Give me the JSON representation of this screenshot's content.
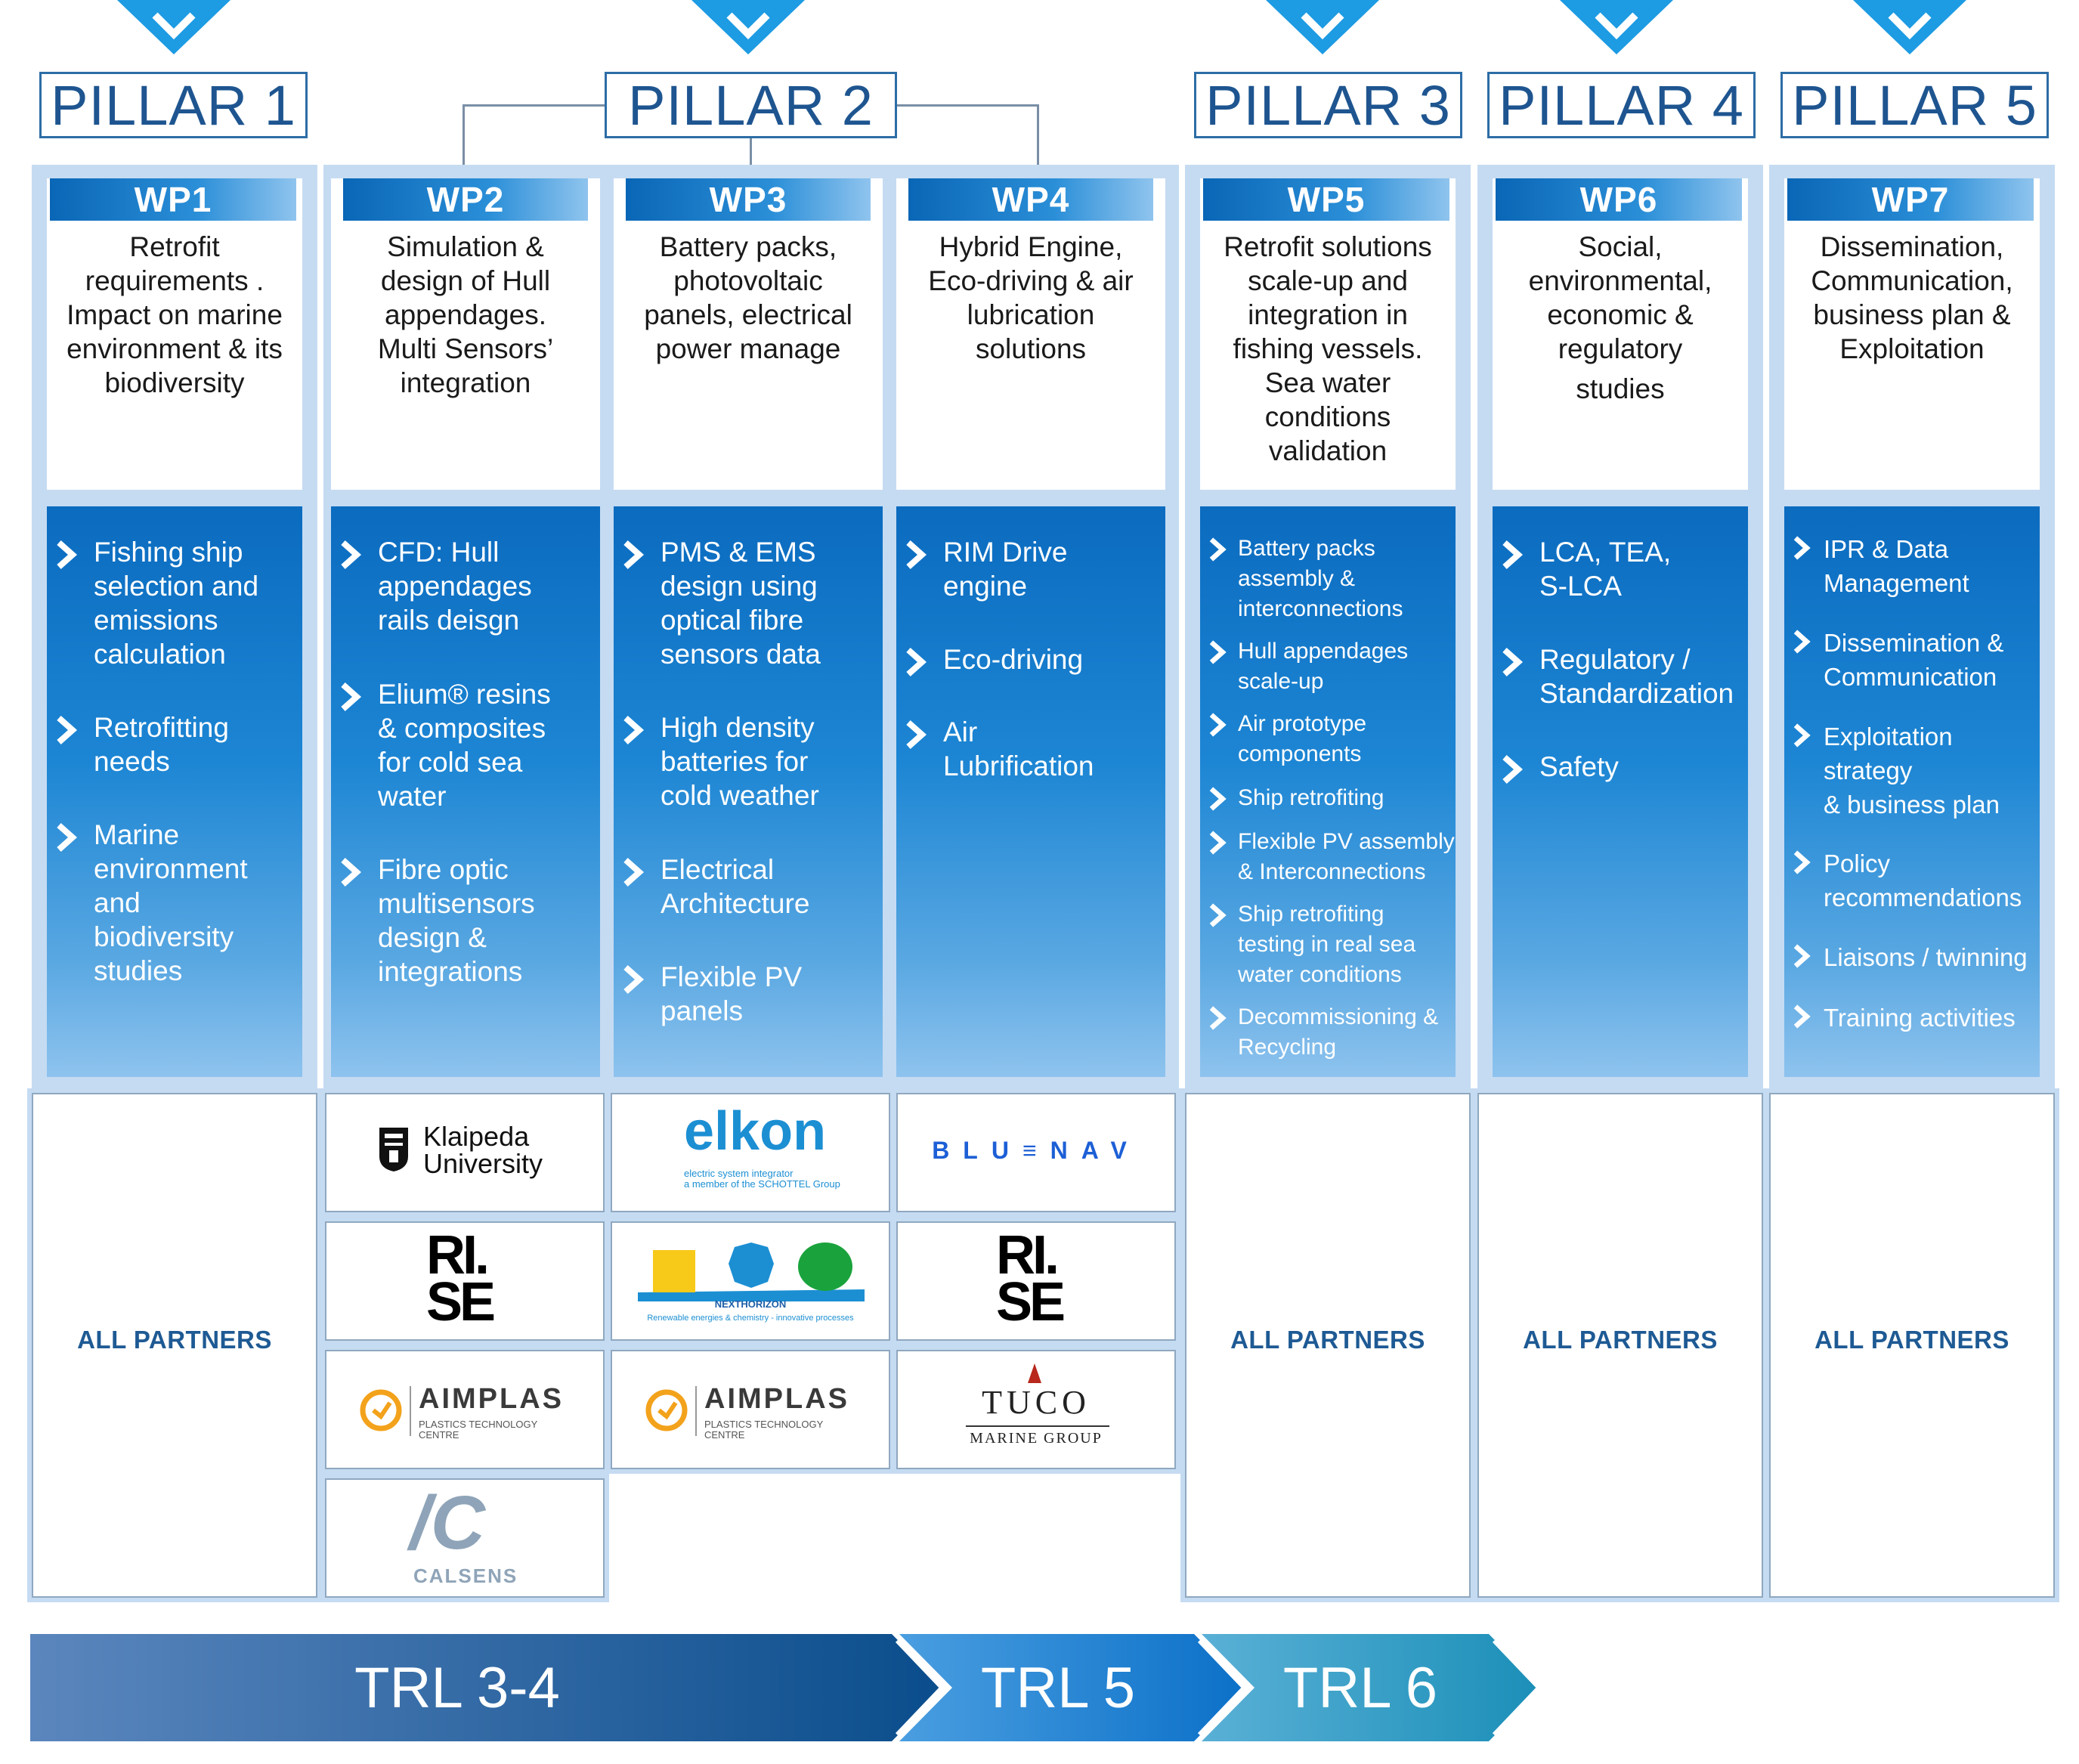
{
  "colors": {
    "accent": "#0a66b6",
    "pillar_text": "#1e5590",
    "column_bg": "#c5dbf2",
    "all_partners": "#1e5a94"
  },
  "pillars": [
    "PILLAR 1",
    "PILLAR 2",
    "PILLAR 3",
    "PILLAR 4",
    "PILLAR 5"
  ],
  "work_packages": [
    {
      "id": "WP1",
      "desc": [
        "Retrofit",
        "requirements  .",
        "Impact on marine",
        "environment & its",
        "biodiversity"
      ]
    },
    {
      "id": "WP2",
      "desc": [
        "Simulation &",
        "design of Hull",
        "appendages.",
        "Multi Sensors’",
        "integration"
      ]
    },
    {
      "id": "WP3",
      "desc": [
        "Battery packs,",
        "photovoltaic",
        "panels, electrical",
        "power manage"
      ]
    },
    {
      "id": "WP4",
      "desc": [
        "Hybrid Engine,",
        "Eco-driving & air",
        "lubrication",
        "solutions"
      ]
    },
    {
      "id": "WP5",
      "desc": [
        "Retrofit solutions",
        "scale-up and",
        "integration in",
        "fishing vessels.",
        "Sea water",
        "conditions",
        "validation"
      ]
    },
    {
      "id": "WP6",
      "desc": [
        "Social,",
        "environmental,",
        "economic &",
        "regulatory",
        "studies"
      ]
    },
    {
      "id": "WP7",
      "desc": [
        "Dissemination,",
        "Communication,",
        "business plan &",
        "Exploitation"
      ]
    }
  ],
  "tasks": {
    "wp1": [
      [
        "Fishing ship",
        "selection and",
        "emissions",
        "calculation"
      ],
      [
        "Retrofitting",
        "needs"
      ],
      [
        "Marine",
        "environment",
        "and",
        "biodiversity",
        "studies"
      ]
    ],
    "wp2": [
      [
        "CFD: Hull",
        "appendages",
        "rails deisgn"
      ],
      [
        "Elium® resins",
        "& composites",
        "for cold sea",
        "water"
      ],
      [
        "Fibre optic",
        "multisensors",
        "design &",
        "integrations"
      ]
    ],
    "wp3": [
      [
        "PMS & EMS",
        "design using",
        "optical fibre",
        "sensors data"
      ],
      [
        "High density",
        "batteries for",
        "cold weather"
      ],
      [
        "Electrical",
        "Architecture"
      ],
      [
        "Flexible PV",
        "panels"
      ]
    ],
    "wp4": [
      [
        "RIM Drive",
        "engine"
      ],
      [
        "Eco-driving"
      ],
      [
        "Air",
        "Lubrification"
      ]
    ],
    "wp5": [
      [
        "Battery packs",
        "assembly &",
        "interconnections"
      ],
      [
        "Hull appendages",
        "scale-up"
      ],
      [
        "Air prototype",
        "components"
      ],
      [
        "Ship retrofiting"
      ],
      [
        "Flexible PV assembly",
        "& Interconnections"
      ],
      [
        "Ship retrofiting",
        "testing in real sea",
        "water conditions"
      ],
      [
        "Decommissioning &",
        "Recycling"
      ]
    ],
    "wp6": [
      [
        "LCA, TEA,",
        "S-LCA"
      ],
      [
        "Regulatory /",
        "Standardization"
      ],
      [
        "Safety"
      ]
    ],
    "wp7": [
      [
        "IPR & Data",
        "Management"
      ],
      [
        "Dissemination &",
        "Communication"
      ],
      [
        "Exploitation",
        "strategy",
        "& business plan"
      ],
      [
        "Policy",
        "recommendations"
      ],
      [
        "Liaisons / twinning"
      ],
      [
        "Training activities"
      ]
    ]
  },
  "partners": {
    "all_partners": "ALL PARTNERS",
    "klaipeda": [
      "Klaipeda",
      "University"
    ],
    "rise": [
      "RI.",
      "SE"
    ],
    "aimplas": {
      "name": "AIMPLAS",
      "sub": [
        "PLASTICS TECHNOLOGY",
        "CENTRE"
      ]
    },
    "calsens": {
      "mark": "/C",
      "name": "CALSENS"
    },
    "elkon": {
      "name": "elkon",
      "sub": [
        "electric system integrator",
        "a member of the SCHOTTEL Group"
      ]
    },
    "nexthorizon": {
      "name": "NEXTHORIZON",
      "sub": "Renewable energies & chemistry - innovative processes"
    },
    "bluenav": "BLU≡NAV",
    "tuco": {
      "name": "TUCO",
      "sub": "MARINE GROUP"
    }
  },
  "trl": [
    "TRL 3-4",
    "TRL 5",
    "TRL 6"
  ]
}
